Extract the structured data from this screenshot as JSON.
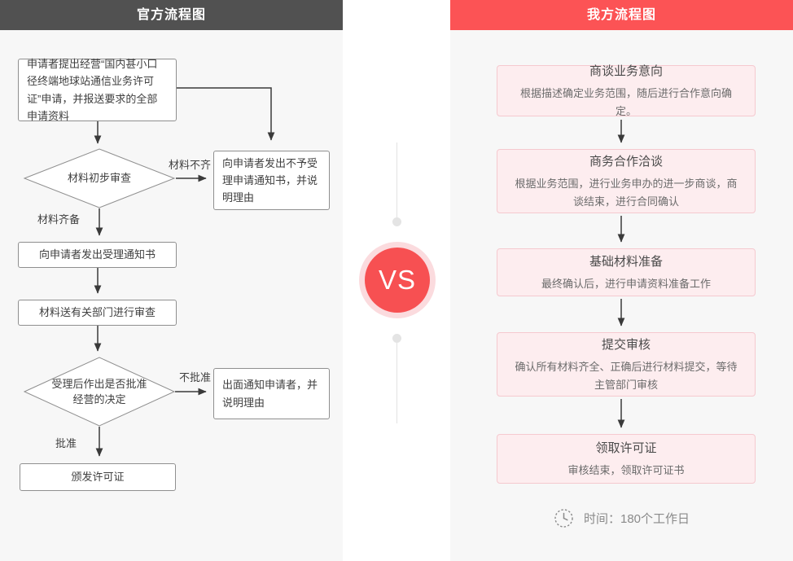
{
  "left_panel": {
    "title": "官方流程图",
    "header_color": "#515151",
    "nodes": {
      "apply": "申请者提出经营“国内甚小口径终端地球站通信业务许可证”申请，并报送要求的全部申请资料",
      "initial_review": "材料初步审查",
      "reject_notice": "向申请者发出不予受理申请通知书，并说明理由",
      "accept_notice": "向申请者发出受理通知书",
      "dept_review": "材料送有关部门进行审查",
      "decision": "受理后作出是否批准经营的决定",
      "deny_notice": "出面通知申请者，并说明理由",
      "issue_license": "颁发许可证"
    },
    "edge_labels": {
      "incomplete": "材料不齐",
      "complete": "材料齐备",
      "not_approved": "不批准",
      "approved": "批准"
    }
  },
  "divider": {
    "vs_label": "VS",
    "circle_color": "#f75052",
    "ring_color": "#fbdbde"
  },
  "right_panel": {
    "title": "我方流程图",
    "header_color": "#fc5355",
    "step_box_bg": "#fdedef",
    "step_box_border": "#f5c9cf",
    "steps": [
      {
        "title": "商谈业务意向",
        "desc": "根据描述确定业务范围，随后进行合作意向确定。"
      },
      {
        "title": "商务合作洽谈",
        "desc": "根据业务范围，进行业务申办的进一步商谈，商谈结束，进行合同确认"
      },
      {
        "title": "基础材料准备",
        "desc": "最终确认后，进行申请资料准备工作"
      },
      {
        "title": "提交审核",
        "desc": "确认所有材料齐全、正确后进行材料提交，等待主管部门审核"
      },
      {
        "title": "领取许可证",
        "desc": "审核结束，领取许可证书"
      }
    ],
    "time_note": "时间：180个工作日",
    "clock_icon": "clock"
  }
}
